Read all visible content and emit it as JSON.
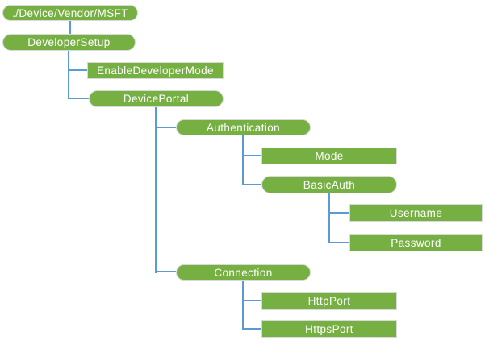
{
  "diagram": {
    "type": "tree",
    "colors": {
      "node_fill": "#76B043",
      "node_text": "#FFFFFF",
      "node_border": "#D9D9D9",
      "connector": "#5B9BD5"
    },
    "nodes": [
      {
        "id": "root",
        "label": "./Device/Vendor/MSFT",
        "shape": "pill",
        "parent": null
      },
      {
        "id": "developer-setup",
        "label": "DeveloperSetup",
        "shape": "pill",
        "parent": "root"
      },
      {
        "id": "enable-developer-mode",
        "label": "EnableDeveloperMode",
        "shape": "rect",
        "parent": "developer-setup"
      },
      {
        "id": "device-portal",
        "label": "DevicePortal",
        "shape": "pill",
        "parent": "developer-setup"
      },
      {
        "id": "authentication",
        "label": "Authentication",
        "shape": "pill",
        "parent": "device-portal"
      },
      {
        "id": "mode",
        "label": "Mode",
        "shape": "rect",
        "parent": "authentication"
      },
      {
        "id": "basic-auth",
        "label": "BasicAuth",
        "shape": "pill",
        "parent": "authentication"
      },
      {
        "id": "username",
        "label": "Username",
        "shape": "rect",
        "parent": "basic-auth"
      },
      {
        "id": "password",
        "label": "Password",
        "shape": "rect",
        "parent": "basic-auth"
      },
      {
        "id": "connection",
        "label": "Connection",
        "shape": "pill",
        "parent": "device-portal"
      },
      {
        "id": "http-port",
        "label": "HttpPort",
        "shape": "rect",
        "parent": "connection"
      },
      {
        "id": "https-port",
        "label": "HttpsPort",
        "shape": "rect",
        "parent": "connection"
      }
    ]
  }
}
